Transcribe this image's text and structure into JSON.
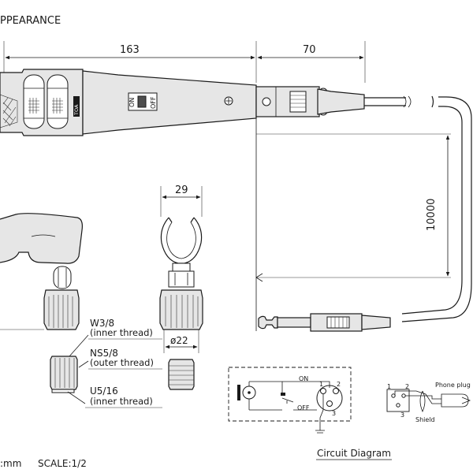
{
  "title": "PPEARANCE",
  "dimensions": {
    "mic_length": "163",
    "connector_length": "70",
    "cable_length": "10000",
    "holder_width": "29",
    "holder_diameter": "ø22"
  },
  "mic": {
    "brand": "TOA",
    "switch_on": "ON",
    "switch_off": "OFF"
  },
  "threads": [
    {
      "size": "W3/8",
      "type": "(inner thread)"
    },
    {
      "size": "NS5/8",
      "type": "(outer thread)"
    },
    {
      "size": "U5/16",
      "type": "(inner thread)"
    }
  ],
  "circuit": {
    "title": "Circuit Diagram",
    "on": "ON",
    "off": "OFF",
    "pin1": "1",
    "pin2": "2",
    "pin3": "3",
    "plug_pin1": "1",
    "plug_pin2": "2",
    "plug_pin3": "3",
    "phone_plug": "Phone plug",
    "shield": "Shield"
  },
  "footer": {
    "unit": ":mm",
    "scale": "SCALE:1/2"
  }
}
